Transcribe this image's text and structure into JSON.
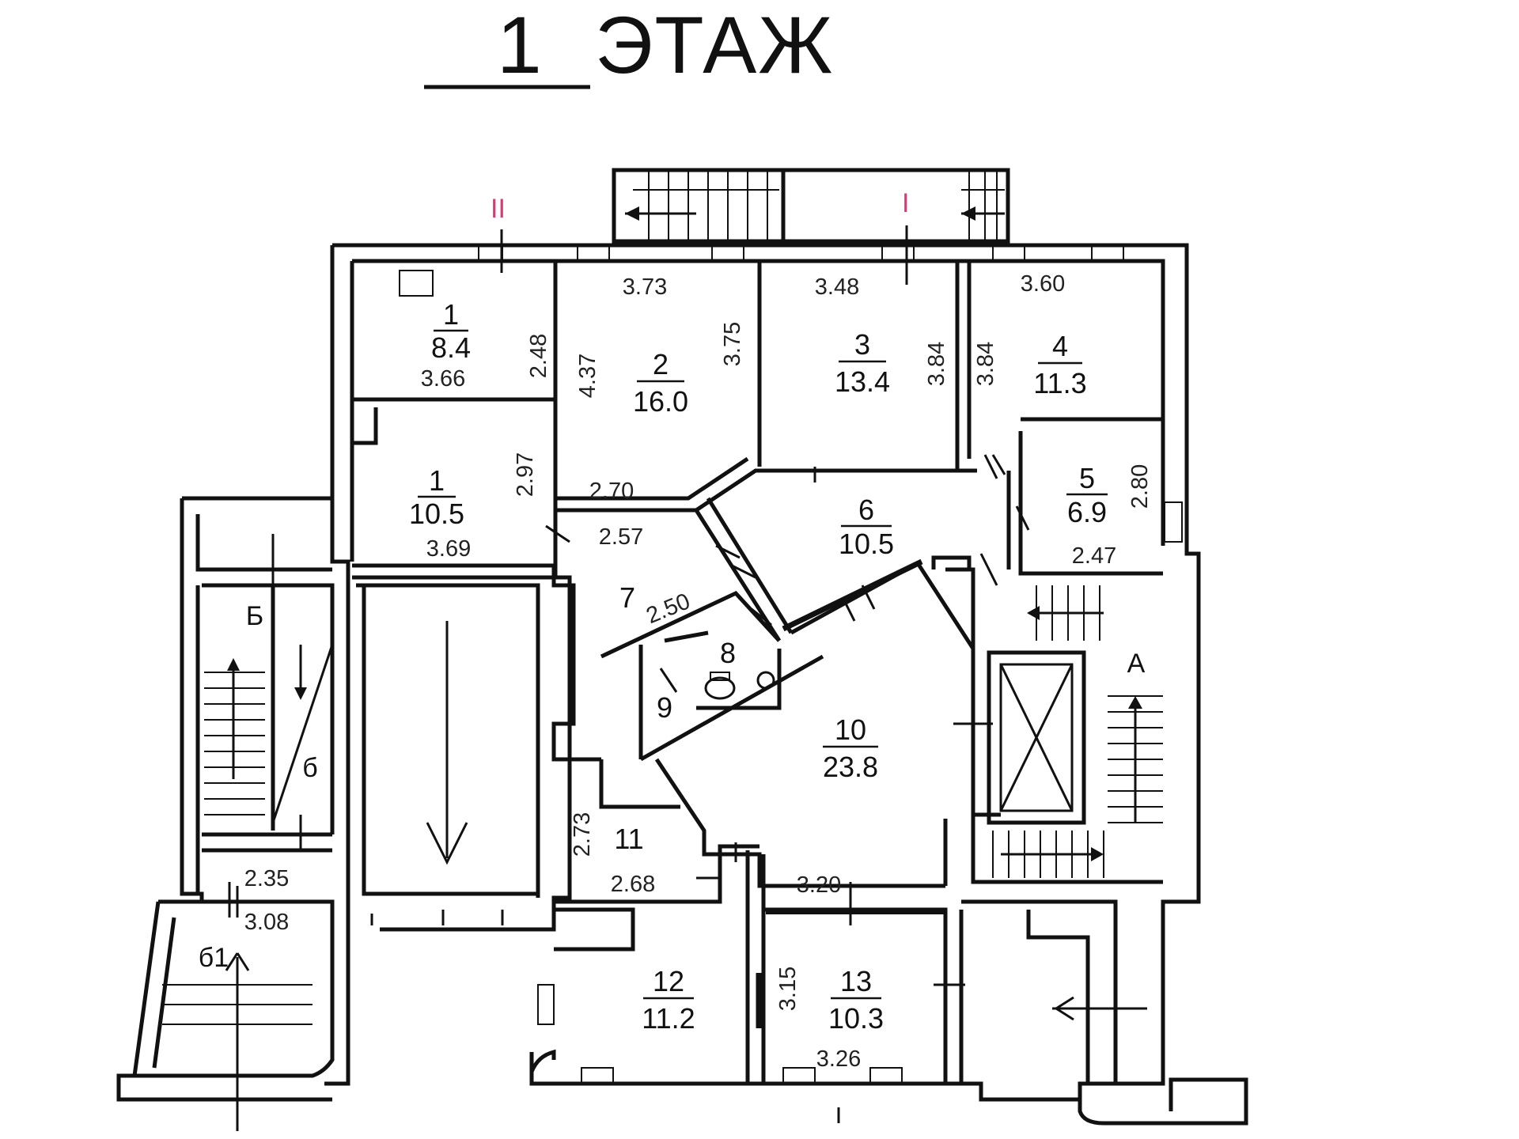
{
  "floor_title": {
    "number": "1",
    "word": "ЭТАЖ"
  },
  "axis_markers": [
    {
      "id": "axis-ii",
      "label": "II"
    },
    {
      "id": "axis-i",
      "label": "I"
    }
  ],
  "rooms": [
    {
      "id": "room-1a",
      "number": "1",
      "area": "8.4"
    },
    {
      "id": "room-1b",
      "number": "1",
      "area": "10.5"
    },
    {
      "id": "room-2",
      "number": "2",
      "area": "16.0"
    },
    {
      "id": "room-3",
      "number": "3",
      "area": "13.4"
    },
    {
      "id": "room-4",
      "number": "4",
      "area": "11.3"
    },
    {
      "id": "room-5",
      "number": "5",
      "area": "6.9"
    },
    {
      "id": "room-6",
      "number": "6",
      "area": "10.5"
    },
    {
      "id": "room-7",
      "number": "7",
      "area": ""
    },
    {
      "id": "room-8",
      "number": "8",
      "area": ""
    },
    {
      "id": "room-9",
      "number": "9",
      "area": ""
    },
    {
      "id": "room-10",
      "number": "10",
      "area": "23.8"
    },
    {
      "id": "room-11",
      "number": "11",
      "area": ""
    },
    {
      "id": "room-12",
      "number": "12",
      "area": "11.2"
    },
    {
      "id": "room-13",
      "number": "13",
      "area": "10.3"
    }
  ],
  "dimensions": [
    "3.73",
    "3.48",
    "3.60",
    "2.48",
    "3.66",
    "4.37",
    "3.75",
    "3.84",
    "3.84",
    "2.97",
    "3.69",
    "2.70",
    "2.57",
    "2.80",
    "2.47",
    "2.50",
    "2.73",
    "2.68",
    "3.20",
    "3.15",
    "3.26",
    "2.35",
    "3.08"
  ],
  "stair_labels": [
    "Б",
    "б",
    "б1",
    "А"
  ]
}
